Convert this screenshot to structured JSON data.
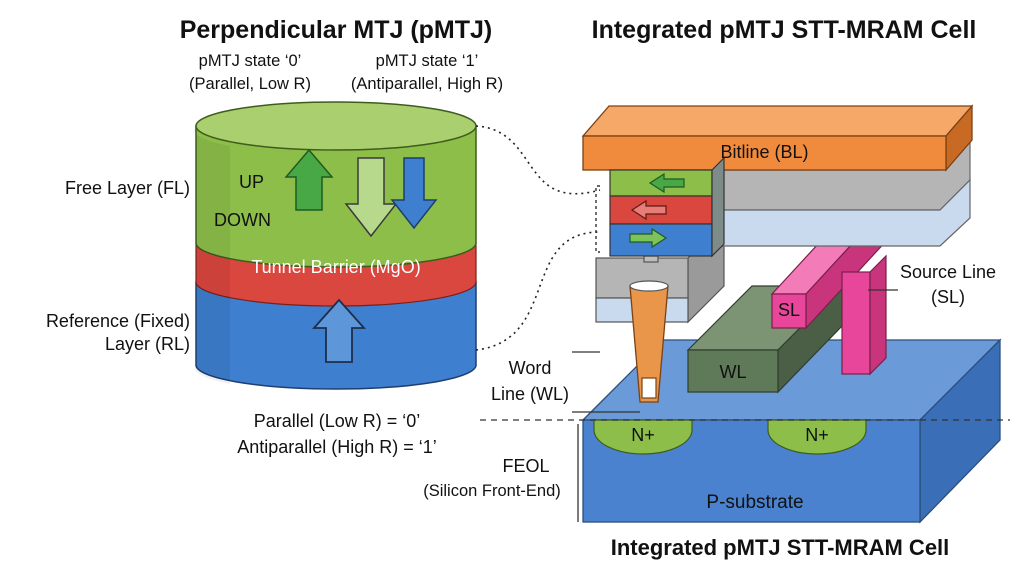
{
  "left_title": "Perpendicular MTJ (pMTJ)",
  "right_title": "Integrated pMTJ STT-MRAM Cell",
  "bottom_title": "Integrated pMTJ STT-MRAM Cell",
  "state0": {
    "line1": "pMTJ state ‘0’",
    "line2": "(Parallel, Low R)"
  },
  "state1": {
    "line1": "pMTJ state ‘1’",
    "line2": "(Antiparallel, High R)"
  },
  "free_layer_label": "Free Layer (FL)",
  "up_label": "UP",
  "down_label": "DOWN",
  "tunnel_barrier_label": "Tunnel Barrier (MgO)",
  "reference_label": {
    "line1": "Reference (Fixed)",
    "line2": "Layer (RL)"
  },
  "legend": {
    "line1": "Parallel (Low R) = ‘0’",
    "line2": "Antiparallel (High R) = ‘1’"
  },
  "bitline_label": "Bitline (BL)",
  "source_line_label": {
    "line1": "Source Line",
    "line2": "(SL)"
  },
  "sl_tag": "SL",
  "word_line_label": {
    "line1": "Word",
    "line2": "Line (WL)"
  },
  "wl_tag": "WL",
  "feol_label": {
    "line1": "FEOL",
    "line2": "(Silicon Front-End)"
  },
  "nplus_left": "N+",
  "nplus_right": "N+",
  "substrate_label": "P-substrate",
  "colors": {
    "free_layer": "#8dbe4a",
    "tunnel_barrier": "#d9473f",
    "reference_layer": "#3e7fd0",
    "bitline": "#f08a3c",
    "source_line": "#e8469a",
    "word_line": "#5f7a58",
    "substrate": "#4a82d0",
    "n_plus": "#8dbe4a",
    "contact": "#e9954a"
  }
}
